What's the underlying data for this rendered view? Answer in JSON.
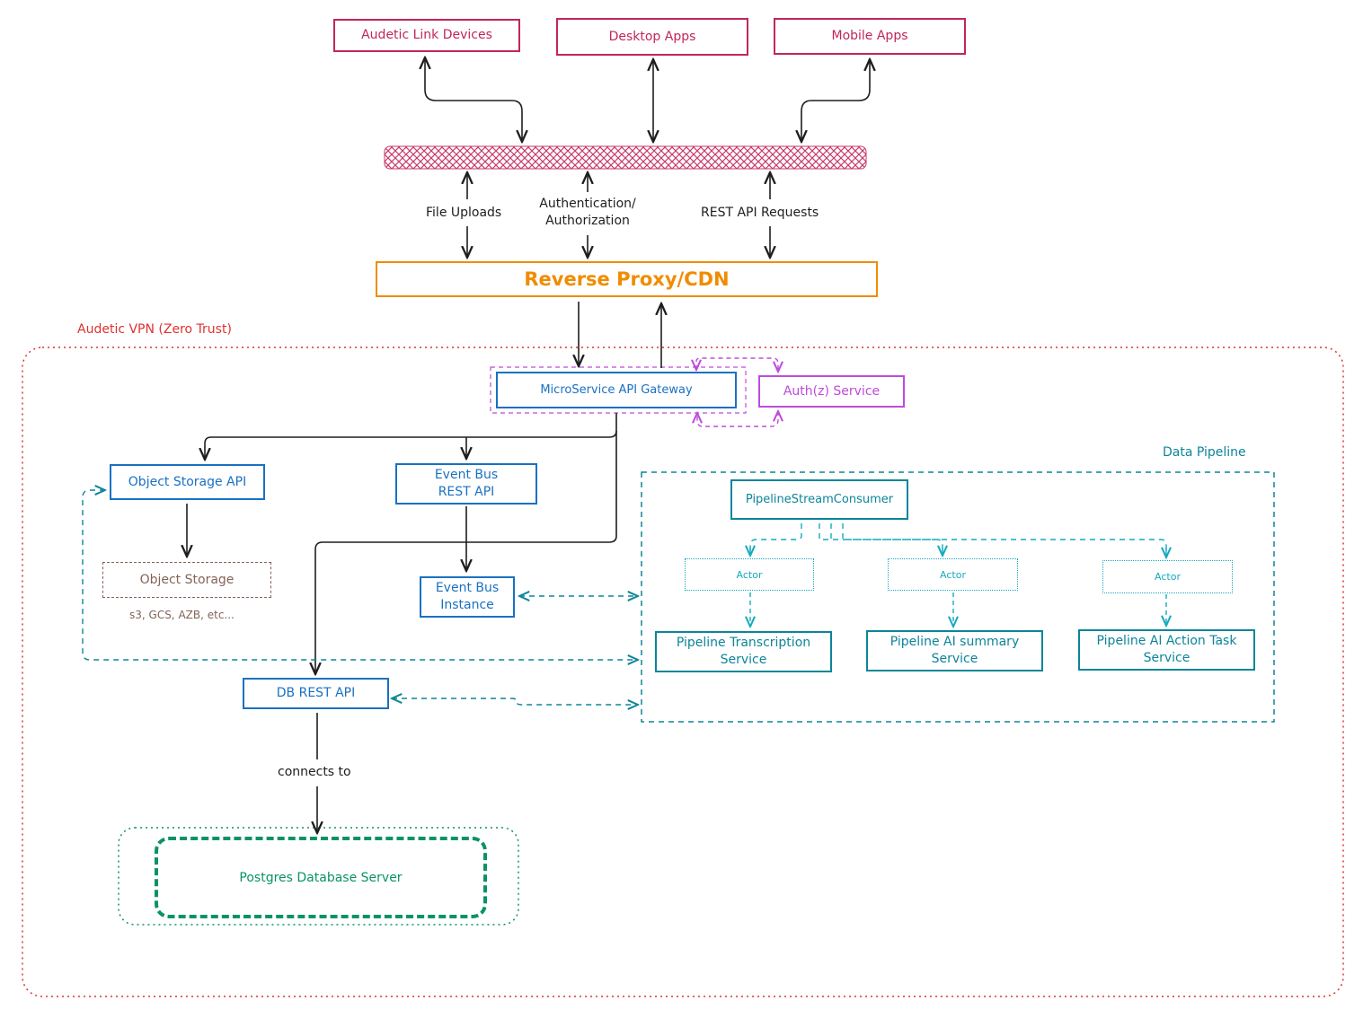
{
  "clients": {
    "link_devices": "Audetic Link Devices",
    "desktop_apps": "Desktop Apps",
    "mobile_apps": "Mobile Apps"
  },
  "edge_labels": {
    "file_uploads": "File Uploads",
    "auth_line1": "Authentication/",
    "auth_line2": "Authorization",
    "rest_api_requests": "REST API Requests",
    "connects_to": "connects to"
  },
  "proxy": {
    "label": "Reverse Proxy/CDN"
  },
  "vpn": {
    "label": "Audetic VPN (Zero Trust)"
  },
  "gateway": {
    "label": "MicroService API Gateway"
  },
  "auth_service": {
    "label": "Auth(z) Service"
  },
  "object_storage_api": {
    "label": "Object Storage API"
  },
  "object_storage": {
    "label": "Object Storage",
    "note": "s3, GCS, AZB, etc..."
  },
  "event_bus_api": {
    "line1": "Event Bus",
    "line2": "REST API"
  },
  "event_bus_instance": {
    "line1": "Event Bus",
    "line2": "Instance"
  },
  "db_api": {
    "label": "DB REST API"
  },
  "postgres": {
    "label": "Postgres Database Server"
  },
  "pipeline": {
    "label": "Data Pipeline",
    "consumer": "PipelineStreamConsumer",
    "actor": "Actor",
    "services": [
      {
        "line1": "Pipeline Transcription",
        "line2": "Service"
      },
      {
        "line1": "Pipeline AI summary",
        "line2": "Service"
      },
      {
        "line1": "Pipeline AI Action Task",
        "line2": "Service"
      }
    ]
  },
  "colors": {
    "client": "#c2255c",
    "proxy": "#f08c00",
    "api": "#1971c2",
    "pipeline": "#0c8599",
    "auth": "#be4bdb",
    "vpn": "#e03131",
    "postgres": "#099268",
    "storage": "#846358"
  }
}
